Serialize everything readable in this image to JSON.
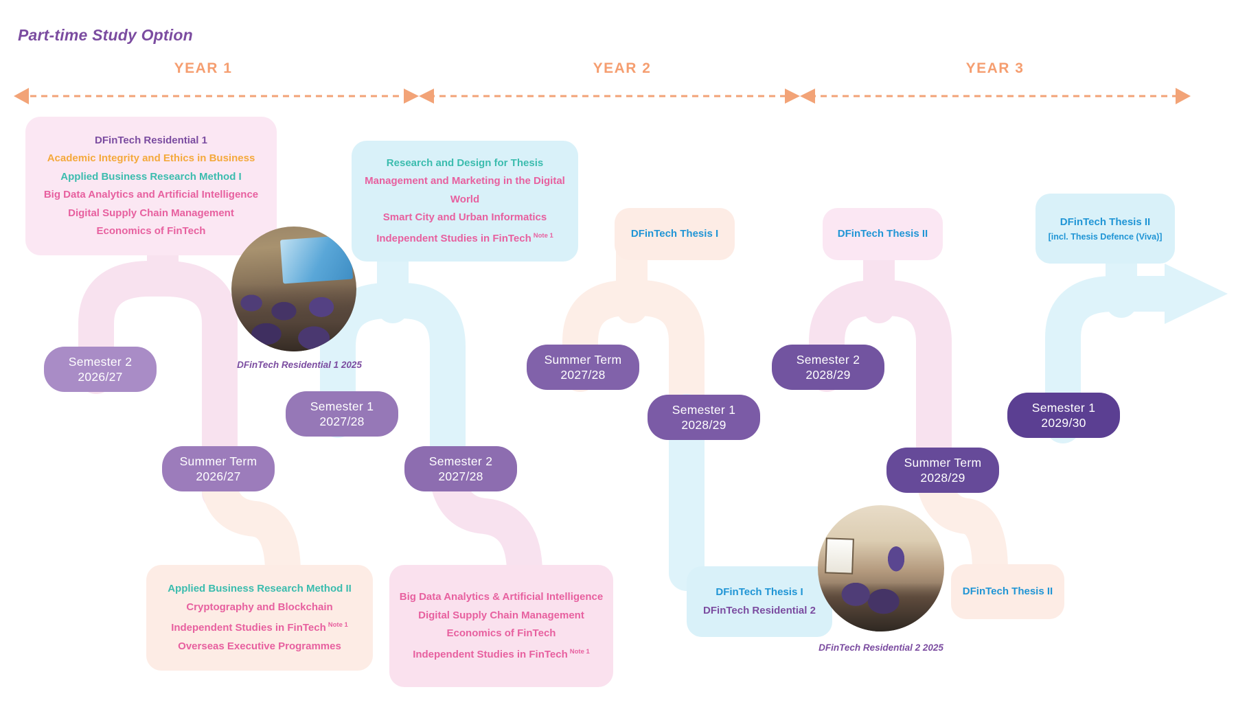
{
  "title": "Part-time Study Option",
  "timeline": {
    "years": [
      "YEAR 1",
      "YEAR 2",
      "YEAR 3"
    ]
  },
  "course_boxes": [
    {
      "name": "year1-semester1-2026-27-courses",
      "lines": [
        {
          "text": "DFinTech Residential 1",
          "color": "purple"
        },
        {
          "text": "Academic Integrity and Ethics in Business",
          "color": "orange"
        },
        {
          "text": "Applied Business Research Method I",
          "color": "teal"
        },
        {
          "text": "Big Data Analytics and Artificial Intelligence",
          "color": "pink"
        },
        {
          "text": "Digital Supply Chain Management",
          "color": "pink"
        },
        {
          "text": "Economics of FinTech",
          "color": "pink"
        }
      ]
    },
    {
      "name": "semester1-2027-28-courses",
      "lines": [
        {
          "text": "Research and Design for Thesis",
          "color": "teal"
        },
        {
          "text": "Management and Marketing in the Digital World",
          "color": "pink"
        },
        {
          "text": "Smart City and Urban Informatics",
          "color": "pink"
        },
        {
          "text": "Independent Studies in FinTech",
          "sup": "Note 1",
          "color": "pink"
        }
      ]
    },
    {
      "name": "summer-term-2027-28-thesis",
      "lines": [
        {
          "text": "DFinTech Thesis I",
          "color": "blue"
        }
      ]
    },
    {
      "name": "semester2-2028-29-thesis",
      "lines": [
        {
          "text": "DFinTech Thesis II",
          "color": "blue"
        }
      ]
    },
    {
      "name": "semester1-2029-30-thesis-final",
      "lines": [
        {
          "text": "DFinTech Thesis II",
          "color": "blue"
        },
        {
          "text": "[incl. Thesis Defence (Viva)]",
          "color": "blue",
          "small": true
        }
      ]
    },
    {
      "name": "summer-term-2026-27-courses",
      "lines": [
        {
          "text": "Applied Business Research Method II",
          "color": "teal"
        },
        {
          "text": "Cryptography and Blockchain",
          "color": "pink"
        },
        {
          "text": "Independent Studies in FinTech",
          "sup": "Note 1",
          "color": "pink"
        },
        {
          "text": "Overseas Executive Programmes",
          "color": "pink"
        }
      ]
    },
    {
      "name": "semester2-2027-28-courses",
      "lines": [
        {
          "text": "Big Data Analytics & Artificial Intelligence",
          "color": "pink"
        },
        {
          "text": "Digital Supply Chain Management",
          "color": "pink"
        },
        {
          "text": "Economics of FinTech",
          "color": "pink"
        },
        {
          "text": "Independent Studies in FinTech",
          "sup": "Note 1",
          "color": "pink"
        }
      ]
    },
    {
      "name": "semester1-2028-29-thesis-residential",
      "lines": [
        {
          "text": "DFinTech Thesis I",
          "color": "blue"
        },
        {
          "text": "DFinTech Residential 2",
          "color": "purple"
        }
      ]
    },
    {
      "name": "summer-term-2028-29-thesis",
      "lines": [
        {
          "text": "DFinTech Thesis II",
          "color": "blue"
        }
      ]
    }
  ],
  "pills": [
    {
      "line1": "Semester 2",
      "line2": "2026/27",
      "bg": "#A98CC6"
    },
    {
      "line1": "Summer Term",
      "line2": "2026/27",
      "bg": "#9C7CBB"
    },
    {
      "line1": "Semester 1",
      "line2": "2027/28",
      "bg": "#9678B7"
    },
    {
      "line1": "Semester 2",
      "line2": "2027/28",
      "bg": "#8D6DB0"
    },
    {
      "line1": "Summer Term",
      "line2": "2027/28",
      "bg": "#8162AA"
    },
    {
      "line1": "Semester 1",
      "line2": "2028/29",
      "bg": "#7B5BA6"
    },
    {
      "line1": "Semester 2",
      "line2": "2028/29",
      "bg": "#7254A0"
    },
    {
      "line1": "Summer Term",
      "line2": "2028/29",
      "bg": "#664A99"
    },
    {
      "line1": "Semester 1",
      "line2": "2029/30",
      "bg": "#5B3F92"
    }
  ],
  "photos": [
    {
      "caption": "DFinTech Residential 1 2025"
    },
    {
      "caption": "DFinTech Residential 2 2025"
    }
  ],
  "colors": {
    "title": "#7B4CA0",
    "year": "#F59E70",
    "dash": "#F2A377",
    "course_pink": "#E7609F",
    "course_teal": "#3BBCAE",
    "course_orange": "#F4A93C",
    "course_purple": "#7B4CA0",
    "course_blue": "#2095D5",
    "box_pink": "#FBE7F3",
    "box_pink2": "#FAE1EE",
    "box_blue": "#D9F1F9",
    "box_peach": "#FDECE5",
    "path_pink": "#F8E2EF",
    "path_blue": "#DEF3FA",
    "path_peach": "#FDEEE7"
  }
}
